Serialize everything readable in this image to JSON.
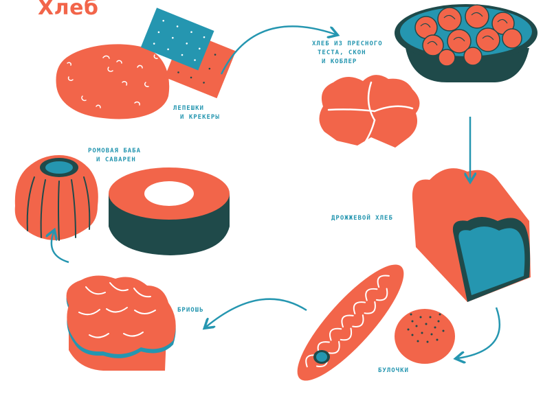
{
  "title": "Хлеб",
  "colors": {
    "coral": "#f2654a",
    "teal": "#2596b0",
    "dark": "#1f4a4a",
    "label": "#2596b0",
    "title": "#f2654a",
    "background": "#ffffff"
  },
  "labels": {
    "flatbreads": [
      "ЛЕПЕШКИ",
      "И КРЕКЕРЫ"
    ],
    "quick_bread": [
      "ХЛЕБ ИЗ ПРЕСНОГО",
      "ТЕСТА, СКОН",
      "И КОБЛЕР"
    ],
    "yeast_bread": [
      "ДРОЖЖЕВОЙ ХЛЕБ"
    ],
    "buns": [
      "БУЛОЧКИ"
    ],
    "brioche": [
      "БРИОШЬ"
    ],
    "baba": [
      "РОМОВАЯ БАБА",
      "И САВАРЕН"
    ]
  }
}
